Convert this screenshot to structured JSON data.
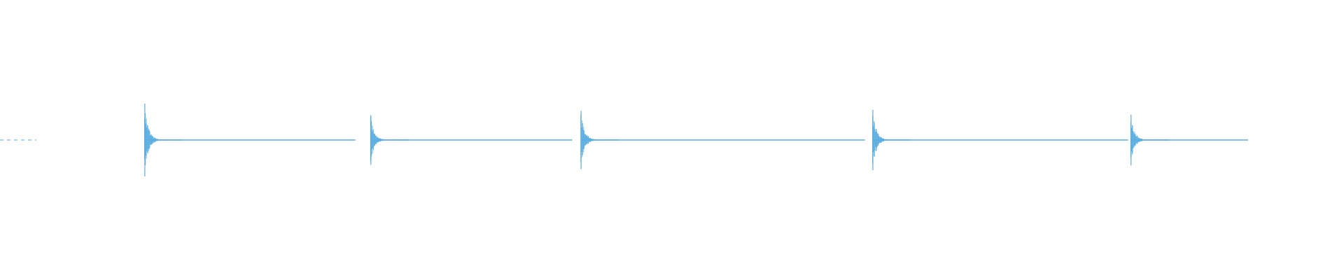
{
  "waveform": {
    "color": "#5aade0",
    "background": "#ffffff",
    "transients": [
      {
        "start": 0.1075,
        "end": 0.2644,
        "amplitude": 1.0
      },
      {
        "start": 0.2757,
        "end": 0.4257,
        "amplitude": 0.68
      },
      {
        "start": 0.4321,
        "end": 0.6435,
        "amplitude": 0.8
      },
      {
        "start": 0.6492,
        "end": 0.8393,
        "amplitude": 0.83
      },
      {
        "start": 0.8413,
        "end": 0.9287,
        "amplitude": 0.7
      }
    ],
    "leading_noise": {
      "start": 0.0,
      "end": 0.027
    }
  }
}
